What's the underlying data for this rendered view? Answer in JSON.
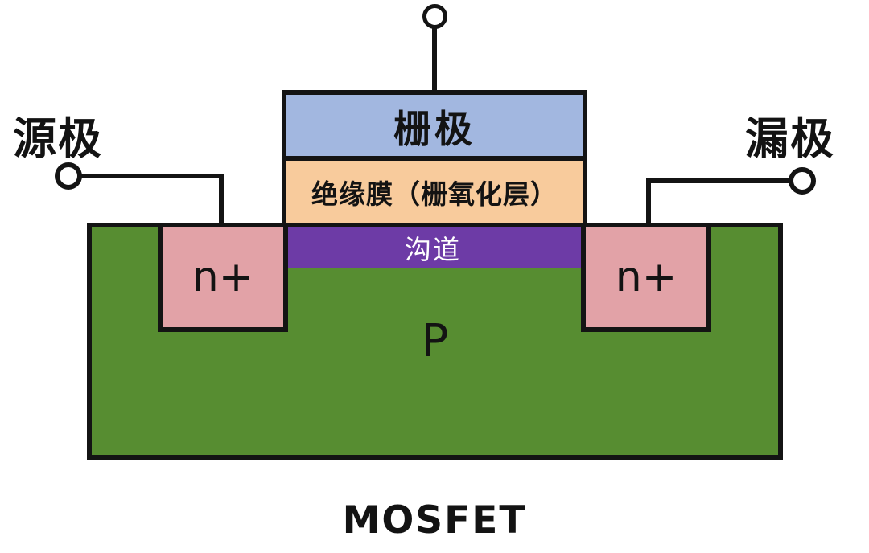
{
  "diagram": {
    "title": "MOSFET",
    "terminals": {
      "source_label": "源极",
      "drain_label": "漏极"
    },
    "layers": {
      "gate_label": "栅极",
      "oxide_label": "绝缘膜（栅氧化层）",
      "channel_label": "沟道",
      "substrate_label": "P",
      "source_region_label": "n+",
      "drain_region_label": "n+"
    },
    "colors": {
      "gate": "#a2b7e0",
      "oxide": "#f8cb9c",
      "channel": "#6d3ba6",
      "substrate": "#578d31",
      "n_plus": "#e2a2a7",
      "outline": "#141414",
      "background": "#ffffff"
    }
  }
}
